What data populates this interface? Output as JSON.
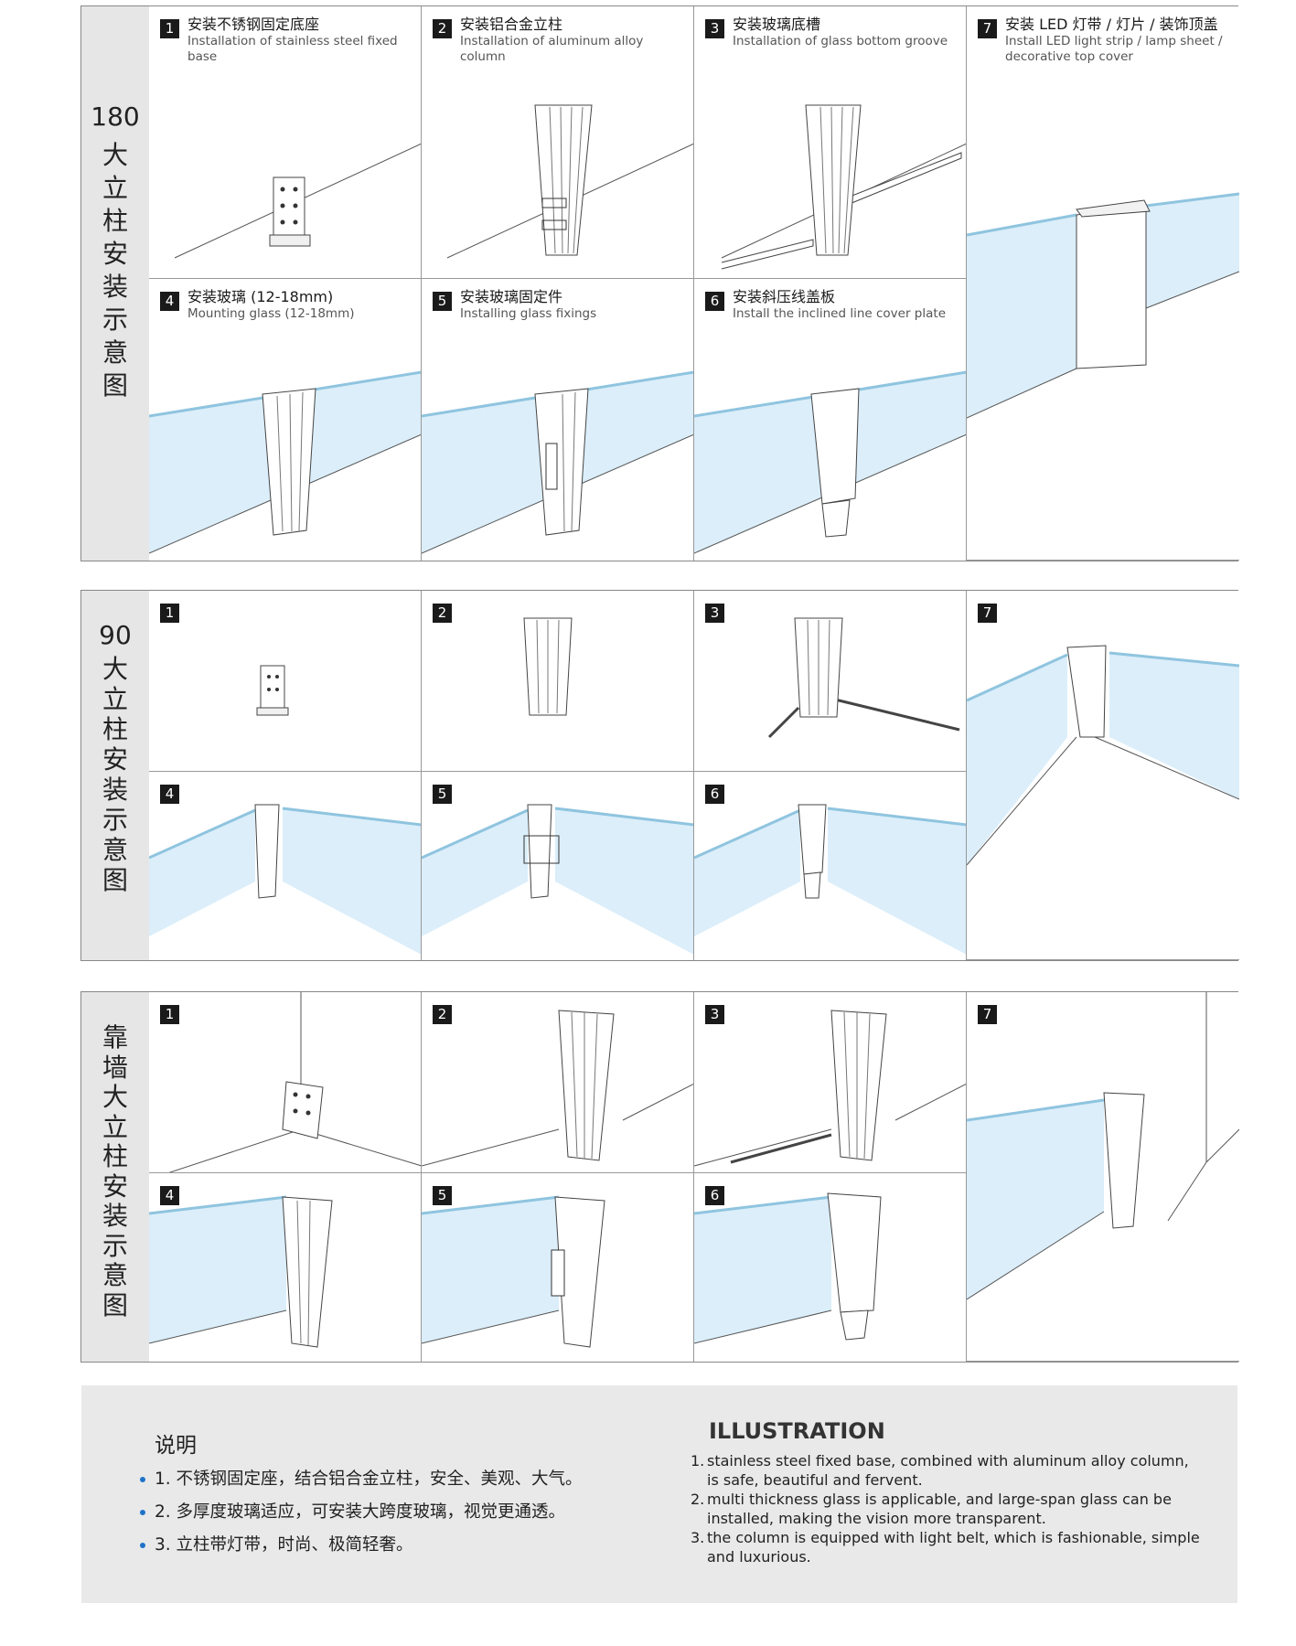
{
  "sections": [
    {
      "number": "180",
      "title": "大立柱安装示意图"
    },
    {
      "number": "90",
      "title": "大立柱安装示意图"
    },
    {
      "number": "",
      "title": "靠墙大立柱安装示意图"
    }
  ],
  "steps": [
    {
      "num": "1",
      "cn": "安装不锈钢固定底座",
      "en": "Installation of stainless steel fixed base"
    },
    {
      "num": "2",
      "cn": "安装铝合金立柱",
      "en": "Installation of aluminum alloy column"
    },
    {
      "num": "3",
      "cn": "安装玻璃底槽",
      "en": "Installation of glass bottom groove"
    },
    {
      "num": "7",
      "cn": "安装 LED 灯带 / 灯片 / 装饰顶盖",
      "en": "Install LED light strip / lamp sheet / decorative top cover"
    },
    {
      "num": "4",
      "cn": "安装玻璃 (12-18mm)",
      "en": "Mounting glass (12-18mm)"
    },
    {
      "num": "5",
      "cn": "安装玻璃固定件",
      "en": "Installing glass fixings"
    },
    {
      "num": "6",
      "cn": "安装斜压线盖板",
      "en": "Install the inclined line cover plate"
    }
  ],
  "footer": {
    "cn_title": "说明",
    "cn_items": [
      "1. 不锈钢固定座，结合铝合金立柱，安全、美观、大气。",
      "2. 多厚度玻璃适应，可安装大跨度玻璃，视觉更通透。",
      "3. 立柱带灯带，时尚、极简轻奢。"
    ],
    "en_title": "ILLUSTRATION",
    "en_items": [
      {
        "n": "1.",
        "text": "stainless steel fixed base, combined with aluminum alloy column, is safe, beautiful and fervent."
      },
      {
        "n": "2.",
        "text": "multi thickness glass is applicable, and large-span glass can be installed, making the vision more transparent."
      },
      {
        "n": "3.",
        "text": "the column is equipped with light belt, which is fashionable, simple and luxurious."
      }
    ]
  },
  "colors": {
    "glass": "#dbeefa",
    "glass_edge": "#8fc4df",
    "badge": "#1a1a1a",
    "bullet": "#1e73c8",
    "side_bg": "#e6e6e6",
    "footer_bg": "#e9e9e9"
  }
}
